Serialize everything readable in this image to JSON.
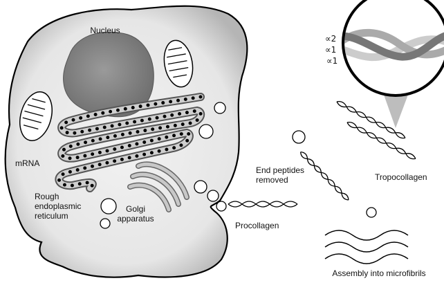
{
  "title": "Collagen synthesis",
  "labels": {
    "nucleus": "Nucleus",
    "mrna": "mRNA",
    "rer": [
      "Rough",
      "endoplasmic",
      "reticulum"
    ],
    "golgi": [
      "Golgi",
      "apparatus"
    ],
    "procollagen": "Procollagen",
    "end_peptides": [
      "End peptides",
      "removed"
    ],
    "tropocollagen": "Tropocollagen",
    "assembly": "Assembly into microfibrils"
  },
  "chains": [
    "∝2",
    "∝1",
    "∝1"
  ],
  "colors": {
    "outline": "#000000",
    "cell": "#d9d9d9",
    "nucleus": "#8c8c8c",
    "chain_dark": "#777777",
    "chain_mid": "#aaaaaa",
    "chain_light": "#cccccc"
  }
}
